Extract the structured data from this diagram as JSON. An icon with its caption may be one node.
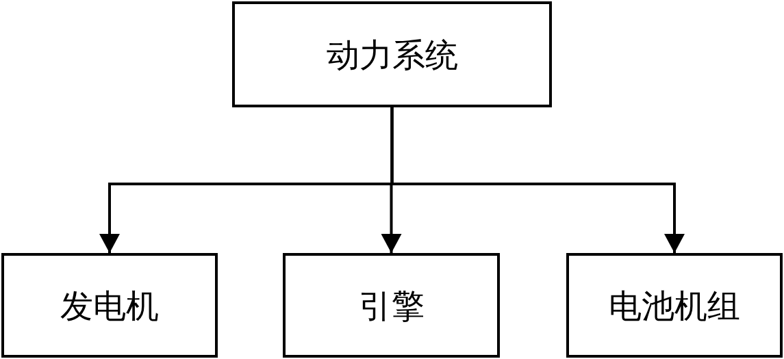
{
  "diagram": {
    "nodes": [
      {
        "text": [
          "动力系统"
        ]
      },
      {
        "text": [
          "发电机"
        ]
      },
      {
        "text": [
          "引擎"
        ]
      },
      {
        "text": [
          "电池机组"
        ]
      }
    ],
    "edges": [
      {
        "from": 0,
        "to": 1,
        "arrow": "to"
      },
      {
        "from": 0,
        "to": 2,
        "arrow": "to"
      },
      {
        "from": 0,
        "to": 3,
        "arrow": "to"
      }
    ]
  }
}
